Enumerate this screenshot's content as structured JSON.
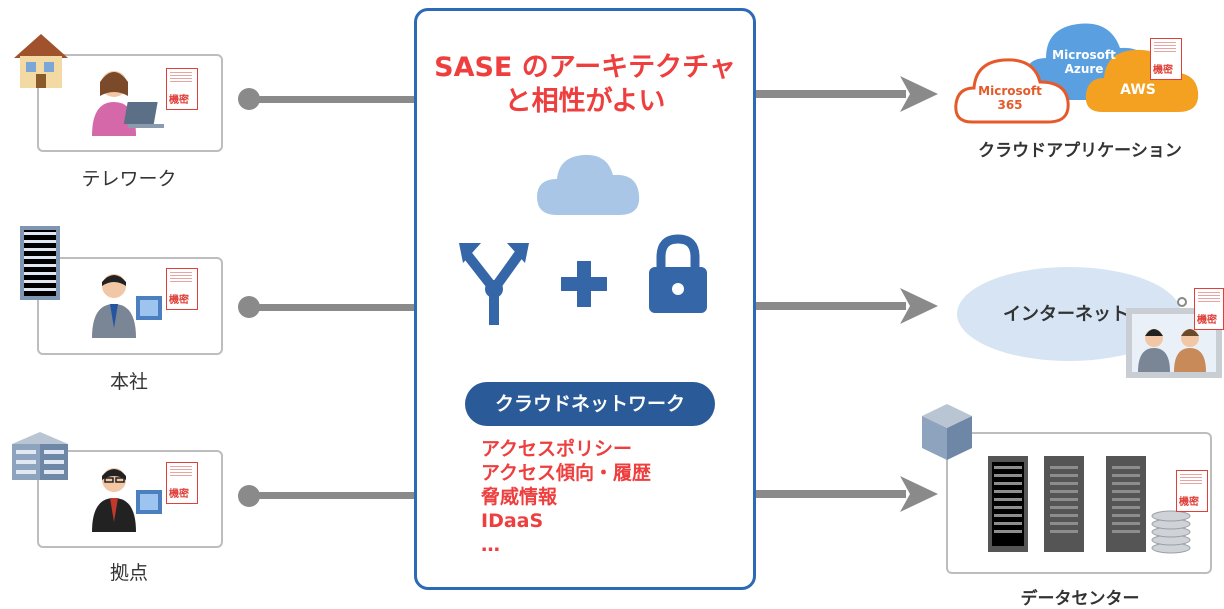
{
  "center": {
    "title_line1": "SASE のアーキテクチャ",
    "title_line2": "と相性がよい",
    "pill_label": "クラウドネットワーク",
    "items": [
      "アクセスポリシー",
      "アクセス傾向・履歴",
      "脅威情報",
      "IDaaS",
      "…"
    ]
  },
  "left": {
    "telework_label": "テレワーク",
    "hq_label": "本社",
    "branch_label": "拠点"
  },
  "badge_text": "機密",
  "right": {
    "cloud_app_label": "クラウドアプリケーション",
    "ms365_line1": "Microsoft",
    "ms365_line2": "365",
    "azure_line1": "Microsoft",
    "azure_line2": "Azure",
    "aws": "AWS",
    "internet_label": "インターネット",
    "datacenter_label": "データセンター"
  },
  "colors": {
    "accent_red": "#ee3e3e",
    "frame_blue": "#2b6ab7",
    "pill_navy": "#2a5a97",
    "icon_blue": "#3466a8",
    "cloud_light": "#a9c6e6",
    "aws_orange": "#f4a020",
    "connector_gray": "#8a8a8a"
  }
}
